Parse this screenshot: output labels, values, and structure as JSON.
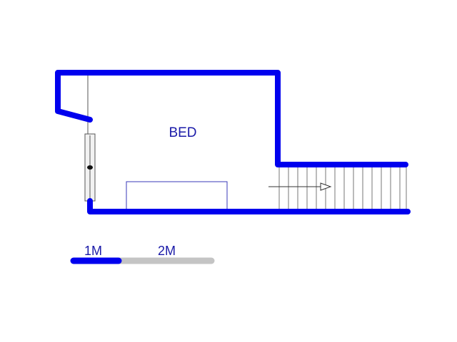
{
  "floorplan": {
    "room_label": "BED",
    "scale_bar": {
      "label_1": "1M",
      "label_2": "2M",
      "color_1": "#0000ee",
      "color_2": "#c4c4c4"
    },
    "colors": {
      "wall": "#0000ee",
      "fixture": "#3a3ab8",
      "text": "#1a1aa8"
    }
  }
}
